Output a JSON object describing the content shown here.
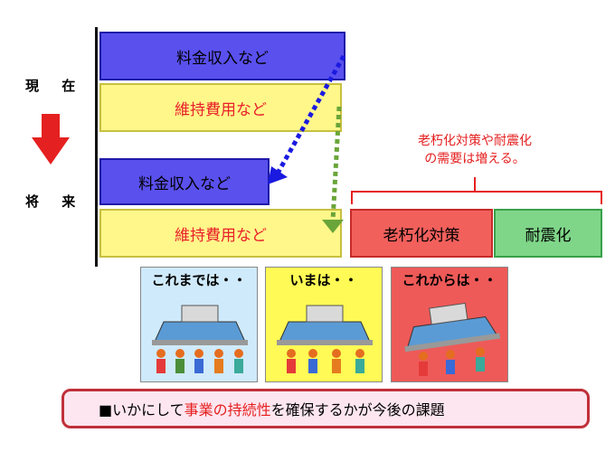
{
  "side_labels": {
    "now": "現 在",
    "future": "将 来"
  },
  "bars": {
    "now_revenue": "料金収入など",
    "now_maintenance": "維持費用など",
    "future_revenue": "料金収入など",
    "future_maintenance": "維持費用など"
  },
  "increase_note": {
    "line1": "老朽化対策や耐震化",
    "line2": "の需要は増える。"
  },
  "extra_costs": {
    "aging": "老朽化対策",
    "quake": "耐震化"
  },
  "panels": [
    {
      "title": "これまでは・・",
      "background": "#cfeafb"
    },
    {
      "title": "いまは・・",
      "background": "#fffa55"
    },
    {
      "title": "これからは・・",
      "background": "#ee5a58"
    }
  ],
  "bottom": {
    "prefix": "■いかにして",
    "highlight": "事業の持続性",
    "suffix": "を確保するかが今後の課題"
  },
  "colors": {
    "revenue": "#5a50ee",
    "maintenance": "#fff78a",
    "accent_red": "#e52020"
  }
}
